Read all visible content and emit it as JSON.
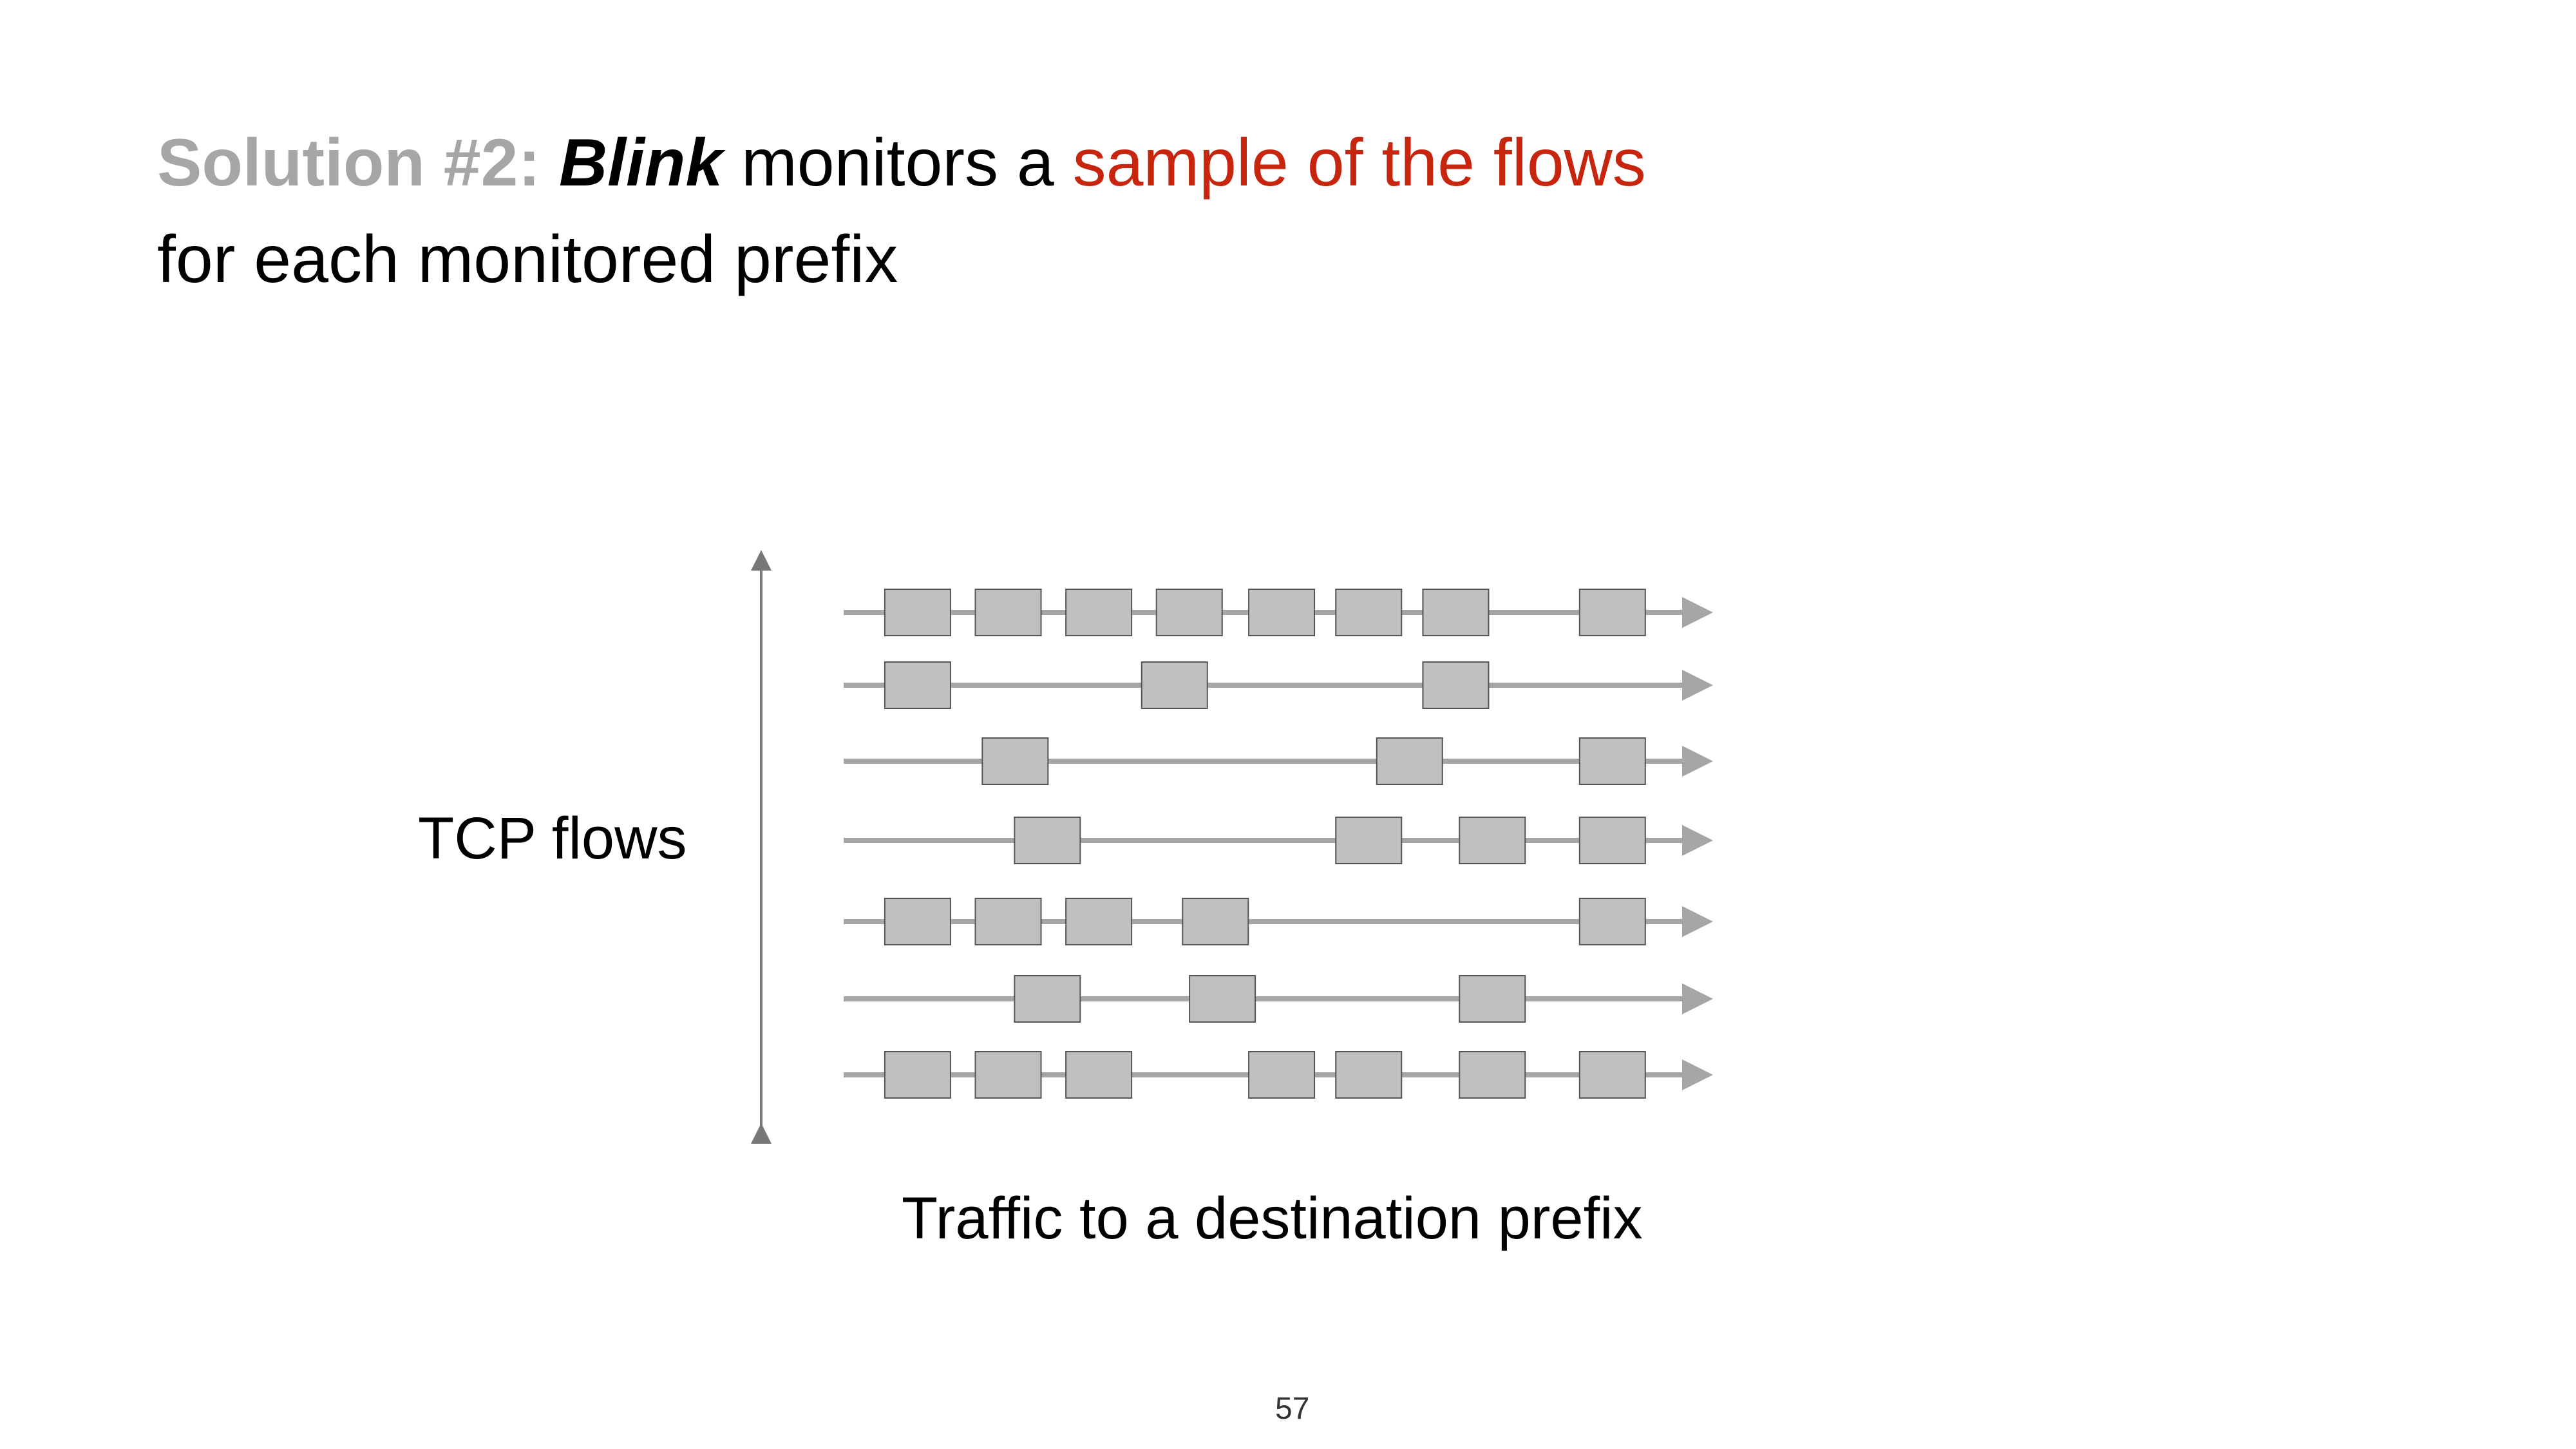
{
  "title": {
    "prefix": "Solution #2:",
    "name": "Blink",
    "middle": " monitors a ",
    "highlight": "sample of the flows",
    "line2": "for each monitored prefix"
  },
  "diagram": {
    "y_label": "TCP flows",
    "x_label": "Traffic to a destination prefix",
    "line_color": "#a6a6a6",
    "packet_color": "#c0c0c0",
    "timeline_range": [
      0,
      100
    ],
    "flows": [
      {
        "packet_times": [
          8.5,
          18.9,
          29.3,
          39.7,
          50.3,
          60.3,
          70.3,
          88.3
        ]
      },
      {
        "packet_times": [
          8.5,
          38.0,
          70.3
        ]
      },
      {
        "packet_times": [
          19.7,
          65.0,
          88.3
        ]
      },
      {
        "packet_times": [
          23.4,
          60.3,
          74.5,
          88.3
        ]
      },
      {
        "packet_times": [
          8.5,
          18.9,
          29.3,
          42.7,
          88.3
        ]
      },
      {
        "packet_times": [
          23.4,
          43.5,
          74.5
        ]
      },
      {
        "packet_times": [
          8.5,
          18.9,
          29.3,
          50.3,
          60.3,
          74.5,
          88.3
        ]
      }
    ]
  },
  "page_number": "57"
}
